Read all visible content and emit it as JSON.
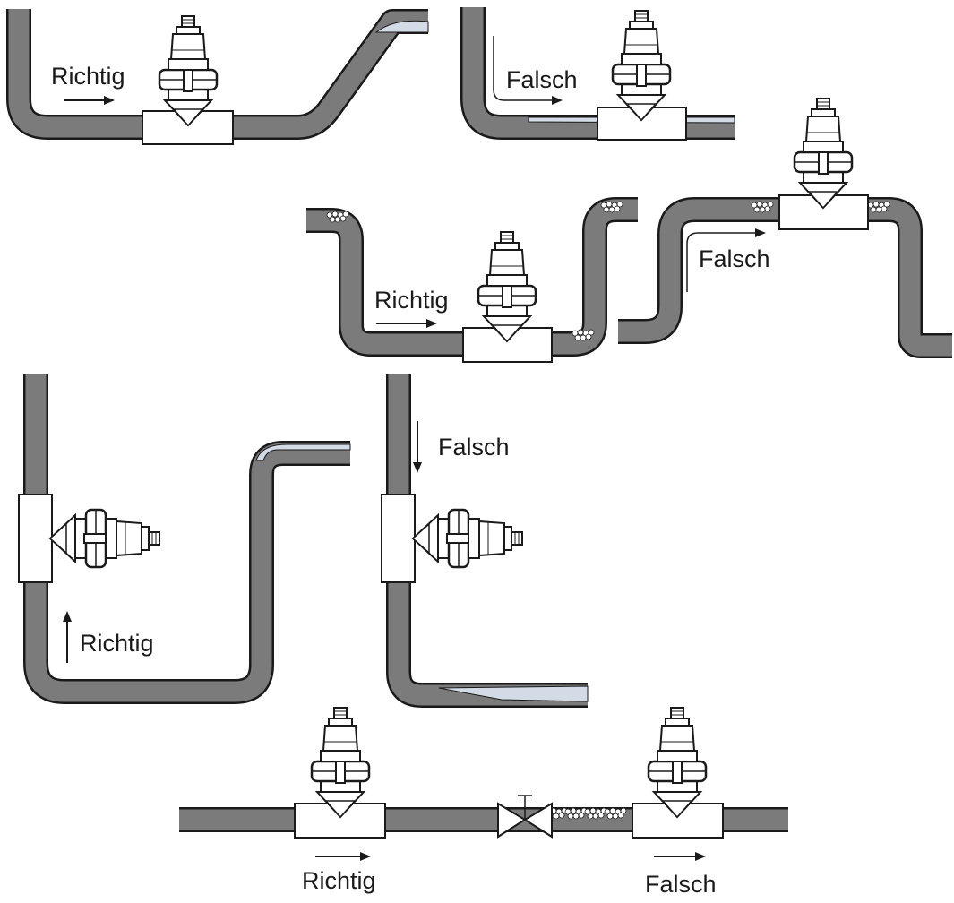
{
  "labels": {
    "correct": "Richtig",
    "wrong": "Falsch"
  },
  "colors": {
    "pipe_fill": "#7b7b7b",
    "pipe_outline": "#1a1a1a",
    "liquid_surface": "#d2dbe6",
    "sensor_fill": "#ffffff"
  },
  "panels": [
    {
      "name": "top-left",
      "verdict": "correct",
      "scenario": "sensor in low pipe section, pipe rises after sensor"
    },
    {
      "name": "top-right",
      "verdict": "wrong",
      "scenario": "sensor in partly filled horizontal pipe"
    },
    {
      "name": "middle-left",
      "verdict": "correct",
      "scenario": "sensor in low U-section with air pockets above"
    },
    {
      "name": "middle-right",
      "verdict": "wrong",
      "scenario": "sensor at top of pipe where air collects"
    },
    {
      "name": "lower-left",
      "verdict": "correct",
      "scenario": "vertical pipe with upward flow"
    },
    {
      "name": "lower-right",
      "verdict": "wrong",
      "scenario": "vertical pipe with downward flow"
    },
    {
      "name": "bottom-left",
      "verdict": "correct",
      "scenario": "horizontal pipe before valve"
    },
    {
      "name": "bottom-right",
      "verdict": "wrong",
      "scenario": "horizontal pipe after valve with gas bubbles"
    }
  ],
  "icons": {
    "sensor": "probe-sensor-icon",
    "valve": "valve-icon",
    "arrow": "flow-arrow-icon",
    "bubbles": "air-bubbles-icon"
  }
}
